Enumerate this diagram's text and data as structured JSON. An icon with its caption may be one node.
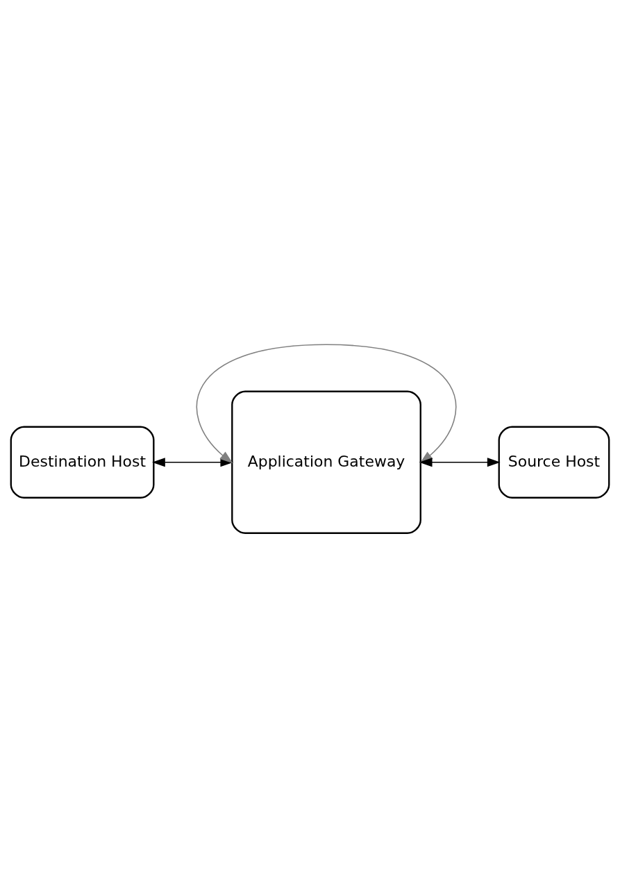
{
  "diagram": {
    "nodes": [
      {
        "text": [
          "Destination Host"
        ]
      },
      {
        "text": [
          "Application Gateway"
        ]
      },
      {
        "text": [
          "Source Host"
        ]
      }
    ],
    "edges": [
      {
        "from": 0,
        "to": 1,
        "arrow": "both"
      },
      {
        "from": 1,
        "to": 1,
        "arrow": "both",
        "color": "#808080"
      },
      {
        "from": 1,
        "to": 2,
        "arrow": "both"
      }
    ]
  }
}
